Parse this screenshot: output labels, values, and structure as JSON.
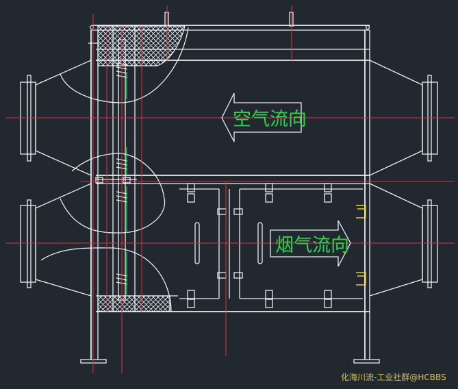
{
  "labels": {
    "air_flow": "空气流向",
    "flue_gas_flow": "烟气流向"
  },
  "watermark": "化海川流-工业社群@HCBBS",
  "colors": {
    "background": "#212830",
    "outline": "#e9eef2",
    "centerline": "#e0323c",
    "label_text": "#2fd24a",
    "bracket": "#e6d21e",
    "watermark": "#d7c25b"
  }
}
